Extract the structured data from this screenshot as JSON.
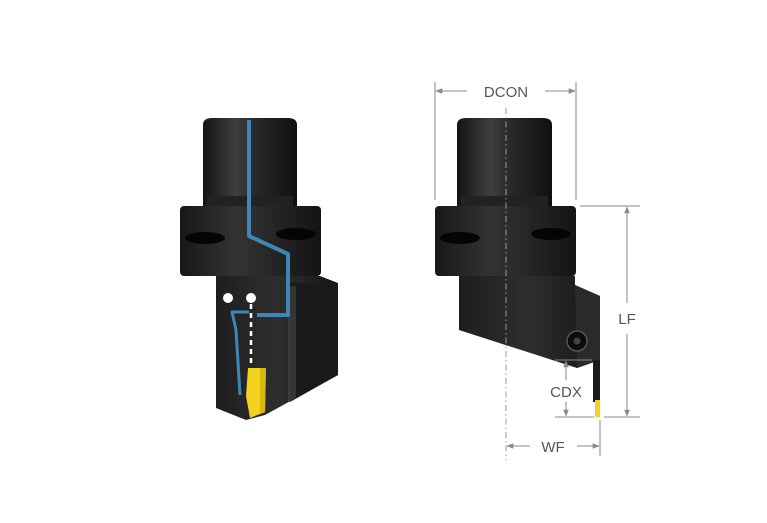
{
  "diagram": {
    "labels": {
      "dcon": "DCON",
      "lf": "LF",
      "cdx": "CDX",
      "wf": "WF"
    },
    "colors": {
      "body": "#1b1b1b",
      "body_highlight": "#4a4a4a",
      "coolant": "#3f86b8",
      "insert": "#f2d21f",
      "dimension": "#8a8a8a",
      "label": "#555555"
    }
  }
}
